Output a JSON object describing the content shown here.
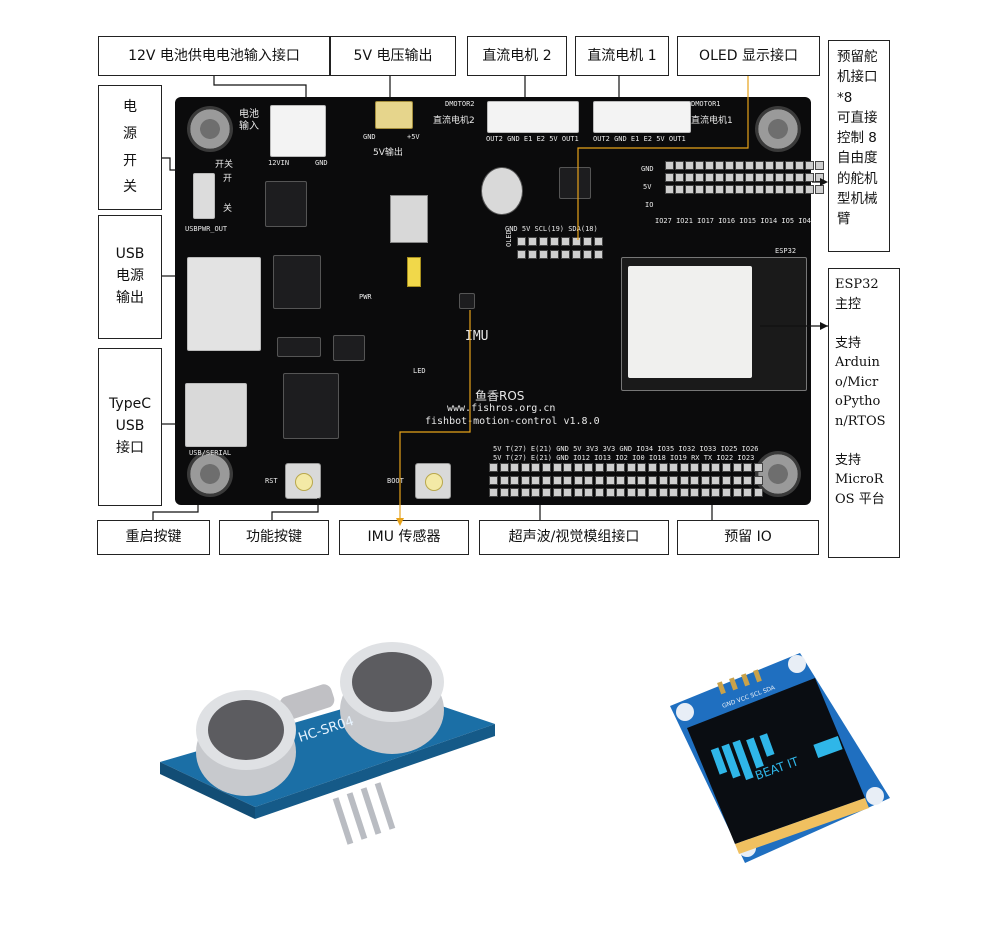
{
  "labels": {
    "battery_input": "12V 电池供电电池输入接口",
    "out_5v": "5V 电压输出",
    "dc_motor_2": "直流电机 2",
    "dc_motor_1": "直流电机 1",
    "oled_port": "OLED 显示接口",
    "servo_ports": "预留舵\n机接口\n*8\n可直接\n控制 8\n自由度\n的舵机\n型机械\n臂",
    "power_switch": "电\n源\n开\n关",
    "usb_power_out": "USB\n电源\n输出",
    "typec_usb": "TypeC\nUSB\n接口",
    "esp32_main": "ESP32\n主控\n\n支持\nArduin\no/Micr\noPytho\nn/RTOS\n\n支持\nMicroR\nOS 平台",
    "reset_button": "重启按键",
    "function_button": "功能按键",
    "imu_sensor": "IMU 传感器",
    "ultrasonic_port": "超声波/视觉模组接口",
    "reserved_io": "预留 IO"
  },
  "board": {
    "battery_silk": "电池\n输入",
    "vin": "12VIN",
    "gnd": "GND",
    "switch_silk": "开关",
    "switch_on": "开",
    "switch_off": "关",
    "usbpwr_out": "USBPWR_OUT",
    "v5_gnd": "GND",
    "v5_plus": "+5V",
    "v5_silk": "5V输出",
    "dmotor2": "DMOTOR2",
    "dmotor2_cn": "直流电机2",
    "dmotor1": "DMOTOR1",
    "dmotor1_cn": "直流电机1",
    "motor_pins": "OUT2 GND E1 E2 5V OUT1",
    "servo_gnd": "GND",
    "servo_5v": "5V",
    "servo_io": "IO",
    "servo_io_nums": "IO27 IO21 IO17 IO16 IO15 IO14 IO5 IO4",
    "oled_pins": "GND 5V SCL(19) SDA(18)",
    "oled_silk": "OLED",
    "esp32": "ESP32",
    "imu": "IMU",
    "brand": "鱼香ROS",
    "url": "www.fishros.org.cn",
    "model": "fishbot-motion-control v1.8.0",
    "usb_serial": "USB/SERIAL",
    "rst": "RST",
    "boot": "BOOT",
    "io_row1": "5V T(27) E(21) GND 5V 3V3 3V3 GND IO34 IO35 IO32 IO33 IO25 IO26",
    "io_row2": "5V T(27) E(21) GND IO12 IO13 IO2 IO0 IO18 IO19 RX TX IO22 IO23",
    "pwr": "PWR",
    "led": "LED"
  },
  "modules": {
    "ultrasonic_model": "HC-SR04",
    "oled_text": "BEAT IT",
    "oled_pin_labels": "GND VCC SCL SDA"
  }
}
